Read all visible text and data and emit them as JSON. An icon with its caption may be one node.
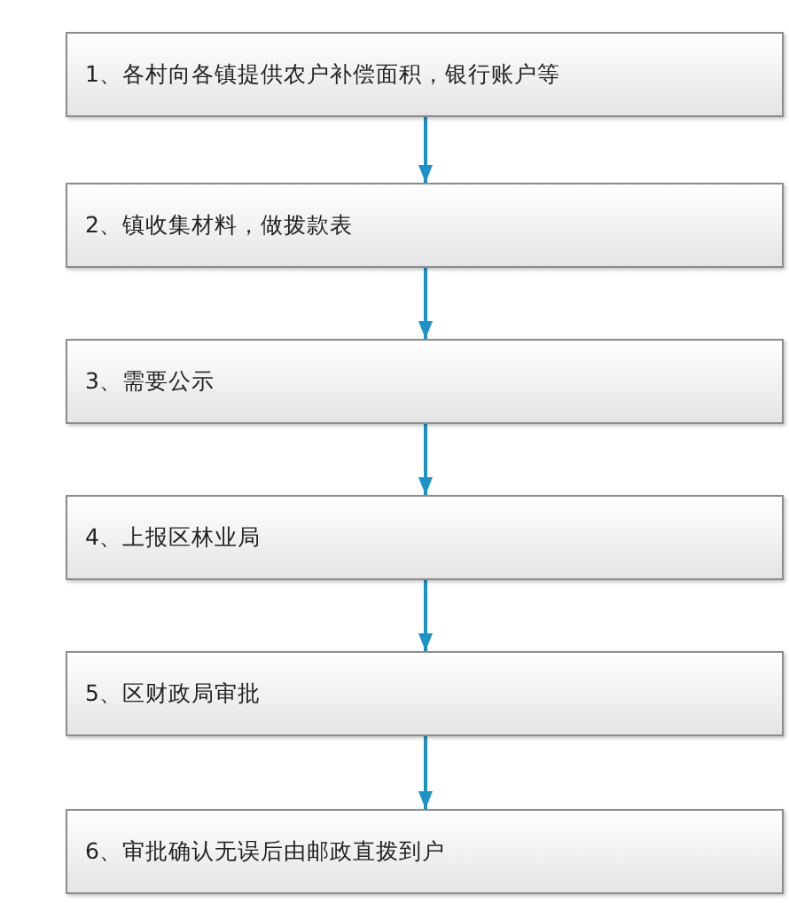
{
  "diagram": {
    "nodes": [
      {
        "text": [
          "1、各村向各镇提供农户补偿面积，银行账户等"
        ]
      },
      {
        "text": [
          "2、镇收集材料，做拨款表"
        ]
      },
      {
        "text": [
          "3、需要公示"
        ]
      },
      {
        "text": [
          "4、上报区林业局"
        ]
      },
      {
        "text": [
          "5、区财政局审批"
        ]
      },
      {
        "text": [
          "6、审批确认无误后由邮政直拨到户"
        ]
      }
    ],
    "edges": [
      {
        "from": 0,
        "to": 1,
        "arrow": "to"
      },
      {
        "from": 1,
        "to": 2,
        "arrow": "to"
      },
      {
        "from": 2,
        "to": 3,
        "arrow": "to"
      },
      {
        "from": 3,
        "to": 4,
        "arrow": "to"
      },
      {
        "from": 4,
        "to": 5,
        "arrow": "to"
      }
    ]
  }
}
